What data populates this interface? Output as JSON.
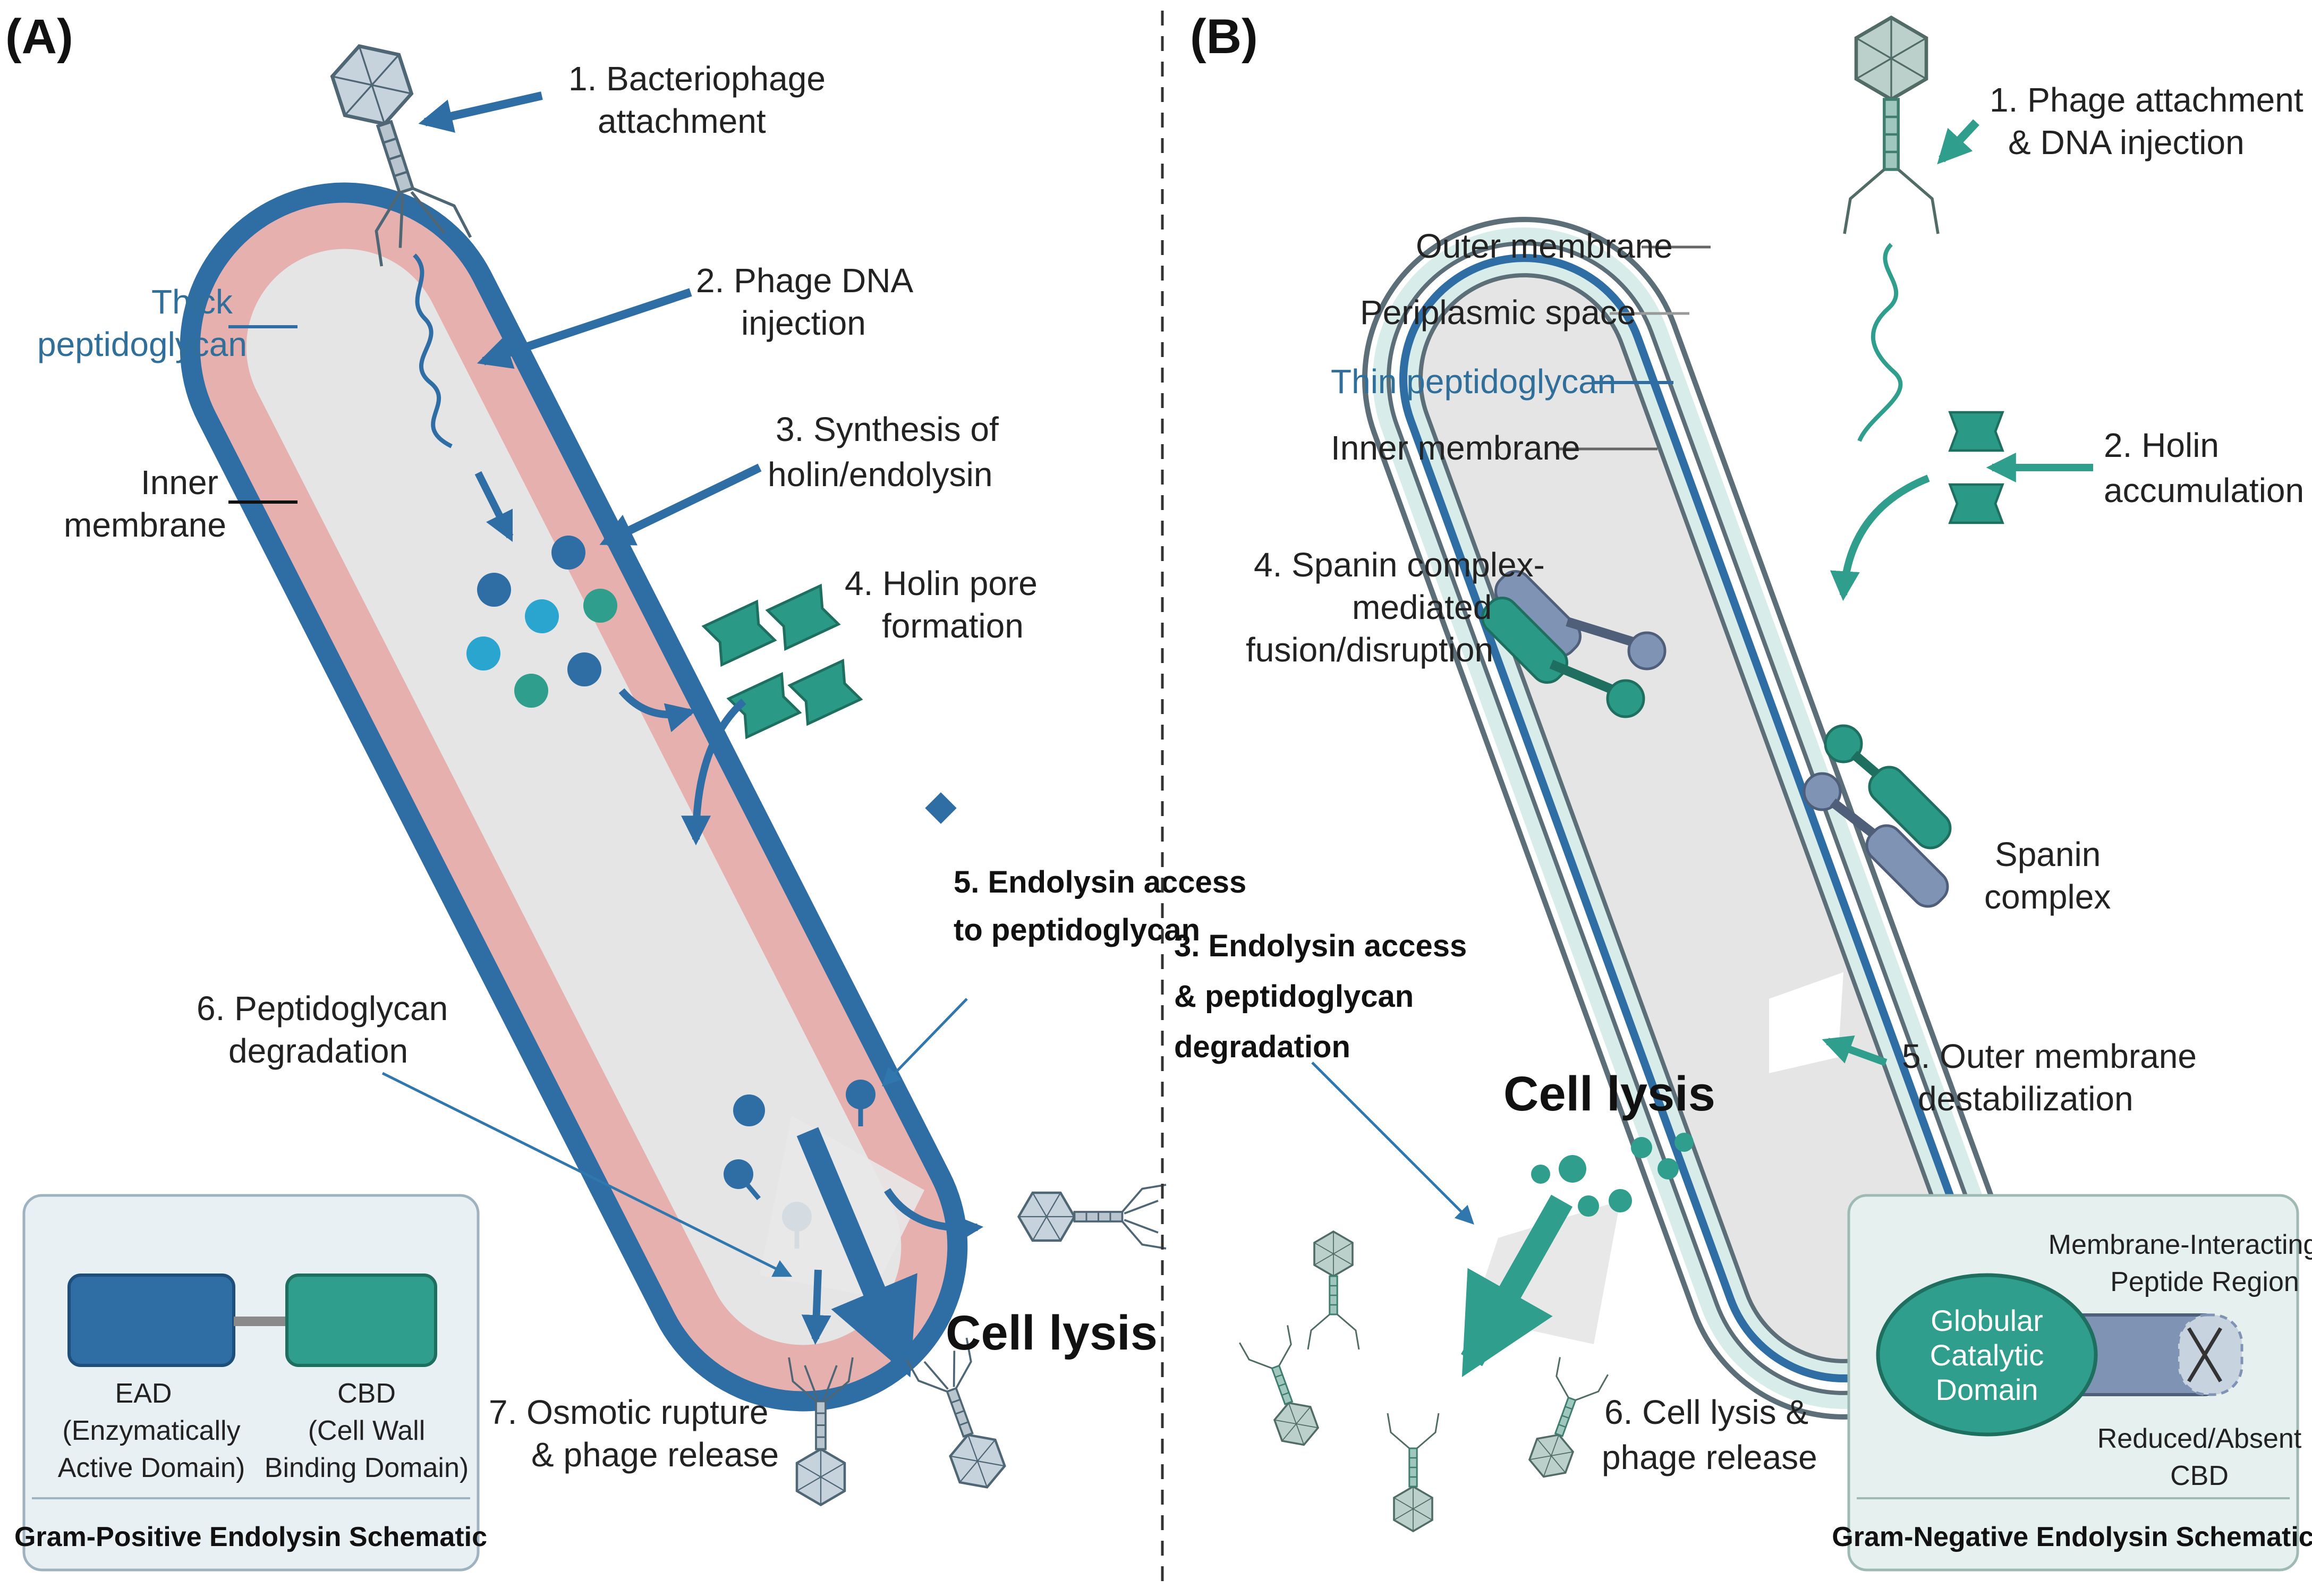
{
  "panel_a": {
    "letter": "(A)",
    "steps": {
      "s1": [
        "1. Bacteriophage",
        "attachment"
      ],
      "s2": [
        "2. Phage DNA",
        "injection"
      ],
      "s3": [
        "3. Synthesis of",
        "holin/endolysin"
      ],
      "s4": [
        "4. Holin pore",
        "formation"
      ],
      "s5": [
        "5. Endolysin access",
        "to peptidoglycan"
      ],
      "s6": [
        "6. Peptidoglycan",
        "degradation"
      ],
      "s7": [
        "7. Osmotic rupture",
        "& phage release"
      ]
    },
    "labels": {
      "thick_pg": [
        "Thick",
        "peptidoglycan"
      ],
      "inner_membrane": [
        "Inner",
        "membrane"
      ]
    },
    "cell_lysis": "Cell lysis",
    "schematic": {
      "ead": [
        "EAD",
        "(Enzymatically",
        "Active Domain)"
      ],
      "cbd": [
        "CBD",
        "(Cell Wall",
        "Binding Domain)"
      ],
      "title": "Gram-Positive Endolysin Schematic"
    }
  },
  "panel_b": {
    "letter": "(B)",
    "steps": {
      "s1": [
        "1. Phage attachment",
        "& DNA injection"
      ],
      "s2": [
        "2. Holin",
        "accumulation"
      ],
      "s3": [
        "3. Endolysin access",
        "& peptidoglycan",
        "degradation"
      ],
      "s4": [
        "4. Spanin complex-",
        "mediated",
        "fusion/disruption"
      ],
      "s5": [
        "5. Outer membrane",
        "destabilization"
      ],
      "s6": [
        "6. Cell lysis &",
        "phage release"
      ]
    },
    "labels": {
      "outer_membrane": "Outer membrane",
      "periplasmic_space": "Periplasmic space",
      "thin_pg": "Thin peptidoglycan",
      "inner_membrane": "Inner membrane",
      "spanin_complex": [
        "Spanin",
        "complex"
      ]
    },
    "cell_lysis": "Cell lysis",
    "schematic": {
      "mip": [
        "Membrane-Interacting",
        "Peptide Region"
      ],
      "gcd": [
        "Globular",
        "Catalytic",
        "Domain"
      ],
      "cbd": [
        "Reduced/Absent",
        "CBD"
      ],
      "title": "Gram-Negative Endolysin Schematic"
    }
  },
  "colors": {
    "dark_blue": "#2f6ea5",
    "teal": "#2f9e8c",
    "pink": "#e3acab",
    "cytoplasm": "#e5e5e5",
    "box_bg": "#e9f0f4"
  }
}
